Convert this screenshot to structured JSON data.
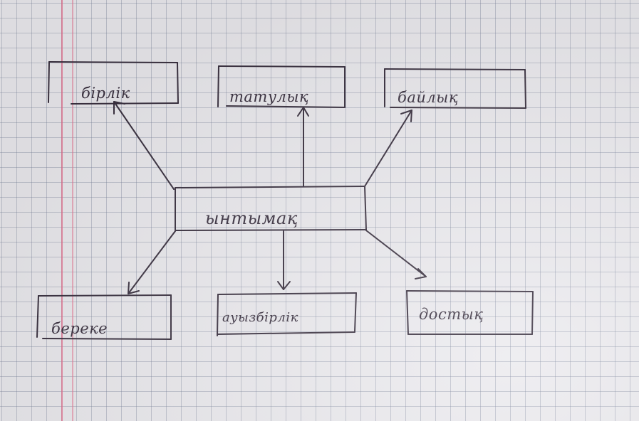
{
  "diagram": {
    "center": "ынтымақ",
    "top_left": "бірлік",
    "top_middle": "татулық",
    "top_right": "байлық",
    "bottom_left": "береке",
    "bottom_middle": "ауызбірлік",
    "bottom_right": "достық"
  },
  "colors": {
    "paper": "#ebeaee",
    "grid": "#7882a0",
    "ink": "#3a3140",
    "margin_line": "#e66e8c"
  }
}
